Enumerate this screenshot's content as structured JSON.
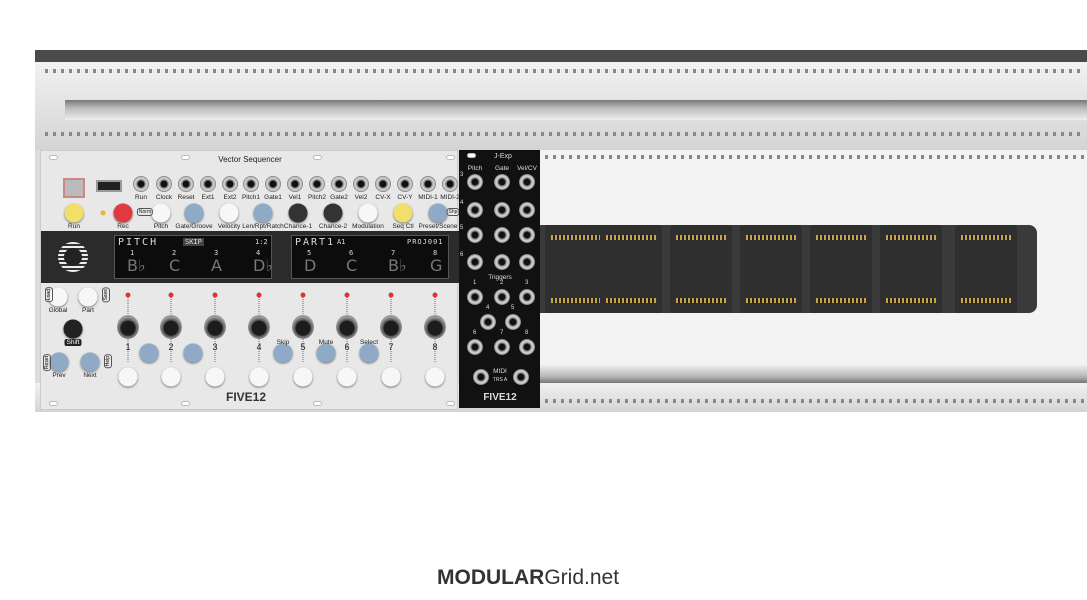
{
  "vector_sequencer": {
    "title": "Vector Sequencer",
    "jacks": [
      "Run",
      "Clock",
      "Reset",
      "Ext1",
      "Ext2",
      "Pitch1",
      "Gate1",
      "Vel1",
      "Pitch2",
      "Gate2",
      "Vel2",
      "CV-X",
      "CV-Y",
      "MIDI-1",
      "MIDI-2"
    ],
    "buttons": [
      {
        "label": "Run",
        "color": "#f2df6a"
      },
      {
        "label": "Rec",
        "color": "#e0393f"
      },
      {
        "label": "Pitch",
        "color": "#f7f7f7"
      },
      {
        "label": "Gate/Groove",
        "color": "#8eaac6"
      },
      {
        "label": "Velocity",
        "color": "#f7f7f7"
      },
      {
        "label": "Len/Rpt/Ratch",
        "color": "#8eaac6"
      },
      {
        "label": "Chance-1",
        "color": "#333333"
      },
      {
        "label": "Chance-2",
        "color": "#333333"
      },
      {
        "label": "Modulation",
        "color": "#f7f7f7"
      },
      {
        "label": "Seq Ctl",
        "color": "#f2df6a"
      },
      {
        "label": "Preset/Scene",
        "color": "#8eaac6"
      }
    ],
    "tags": {
      "norm": "Norm",
      "shp": "Shp",
      "load": "Load",
      "save": "Save",
      "reset": "Reset",
      "help": "Help"
    },
    "screen1": {
      "mode": "PITCH",
      "sub": "SKIP",
      "ratio": "1:2",
      "steps": [
        "1",
        "2",
        "3",
        "4"
      ],
      "notes": [
        "B♭",
        "C",
        "A",
        "D♭"
      ]
    },
    "screen2": {
      "part": "PART1",
      "slot": "A1",
      "project": "PROJ001",
      "steps": [
        "5",
        "6",
        "7",
        "8"
      ],
      "notes": [
        "D",
        "C",
        "B♭",
        "G"
      ]
    },
    "left_buttons": {
      "global": "Global",
      "part": "Part",
      "shift": "Shift",
      "prev": "Prev",
      "next": "Next"
    },
    "step_numbers": [
      "1",
      "2",
      "3",
      "4",
      "5",
      "6",
      "7",
      "8"
    ],
    "step_actions": {
      "skip": "Skip",
      "mute": "Mute",
      "select": "Select"
    },
    "brand": "FIVE12"
  },
  "j_exp": {
    "title": "J-Exp",
    "columns": [
      "Pitch",
      "Gate",
      "Vel/CV"
    ],
    "rows": [
      "3",
      "4",
      "5",
      "6"
    ],
    "triggers_label": "Triggers",
    "triggers": [
      "1",
      "2",
      "3",
      "4",
      "5",
      "6",
      "7",
      "8"
    ],
    "midi": "MIDI",
    "trs": "TRS A",
    "brand": "FIVE12"
  },
  "footer": {
    "brand_bold": "MODULAR",
    "brand_rest": "Grid.net"
  }
}
